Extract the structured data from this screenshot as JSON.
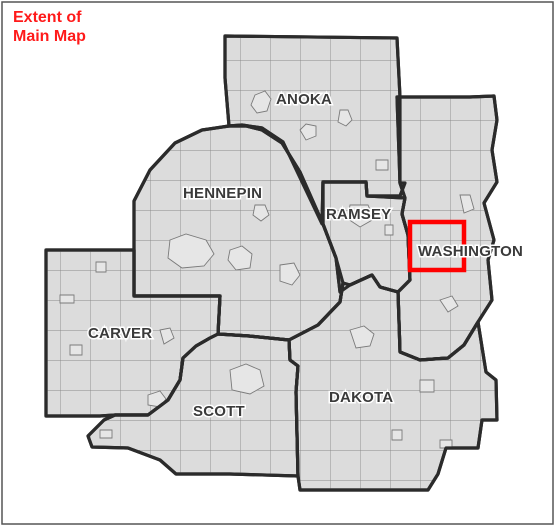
{
  "title": {
    "line1": "Extent of",
    "line2": "Main Map"
  },
  "colors": {
    "county_fill": "#dcdcdc",
    "county_outline": "#2b2b2b",
    "extent_box": "#ff0000",
    "title_text": "#ff1a1a"
  },
  "counties": {
    "anoka": "ANOKA",
    "hennepin": "HENNEPIN",
    "ramsey": "RAMSEY",
    "washington": "WASHINGTON",
    "carver": "CARVER",
    "scott": "SCOTT",
    "dakota": "DAKOTA"
  }
}
